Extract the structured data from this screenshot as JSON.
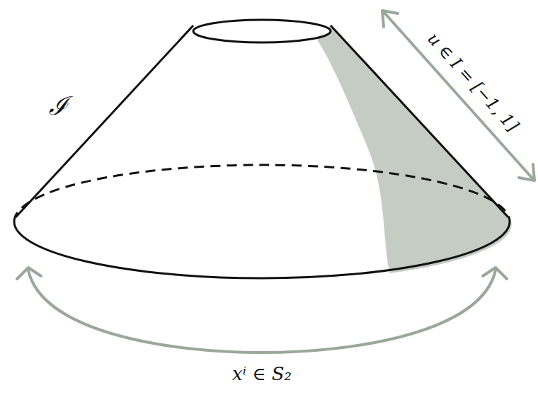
{
  "diagram": {
    "labels": [
      "ℐ",
      "u ∈ I = [−1, 1]",
      "xⁱ ∈ S₂"
    ]
  }
}
